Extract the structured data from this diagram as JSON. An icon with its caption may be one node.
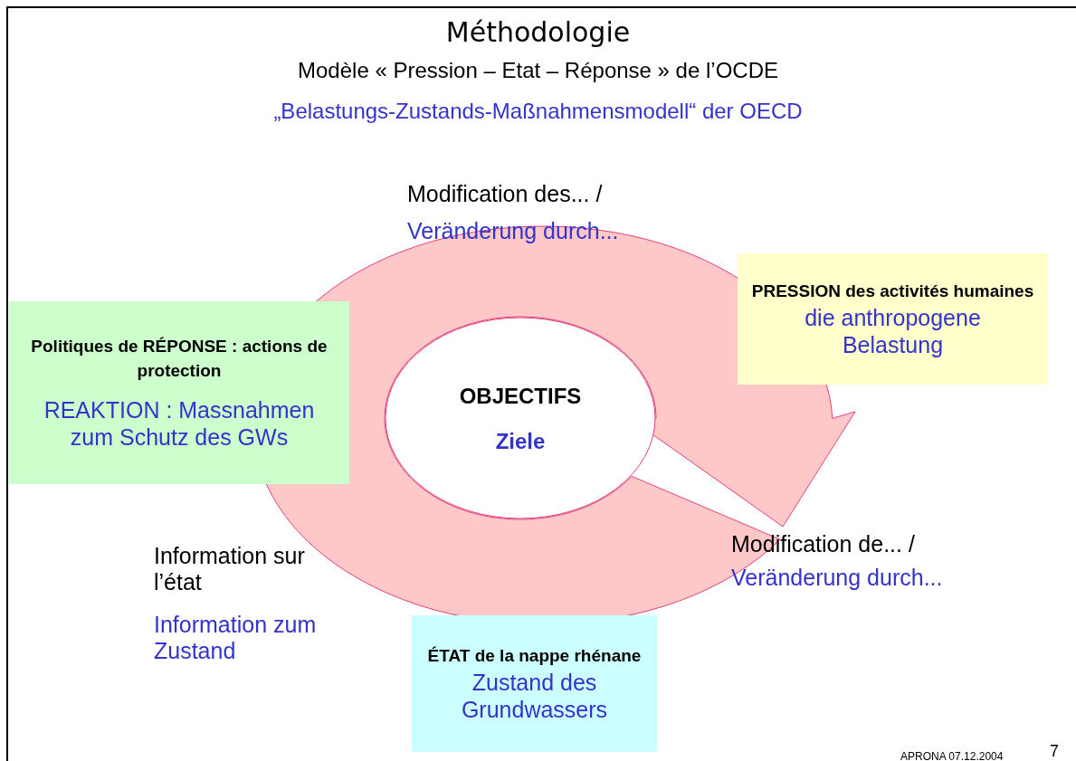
{
  "diagram": {
    "title": "Méthodologie",
    "nodes": [
      {
        "text": [
          "OBJECTIFS",
          "Ziele"
        ]
      },
      {
        "text": [
          "PRESSION des activités humaines",
          "die anthropogene Belastung"
        ]
      },
      {
        "text": [
          "Politiques de RÉPONSE : actions de protection",
          "REAKTION : Massnahmen zum Schutz des GWs"
        ]
      },
      {
        "text": [
          "ÉTAT de la nappe rhénane",
          "Zustand des Grundwassers"
        ]
      }
    ],
    "labels": [
      "Modèle « Pression – Etat – Réponse » de l’OCDE",
      "„Belastungs-Zustands-Maßnahmensmodell“ der OECD",
      "Modification des... /",
      "Veränderung durch...",
      "Modification de... /",
      "Veränderung durch...",
      "Information sur l’état",
      "Information zum Zustand",
      "APRONA 07.12.2004",
      "7"
    ]
  }
}
